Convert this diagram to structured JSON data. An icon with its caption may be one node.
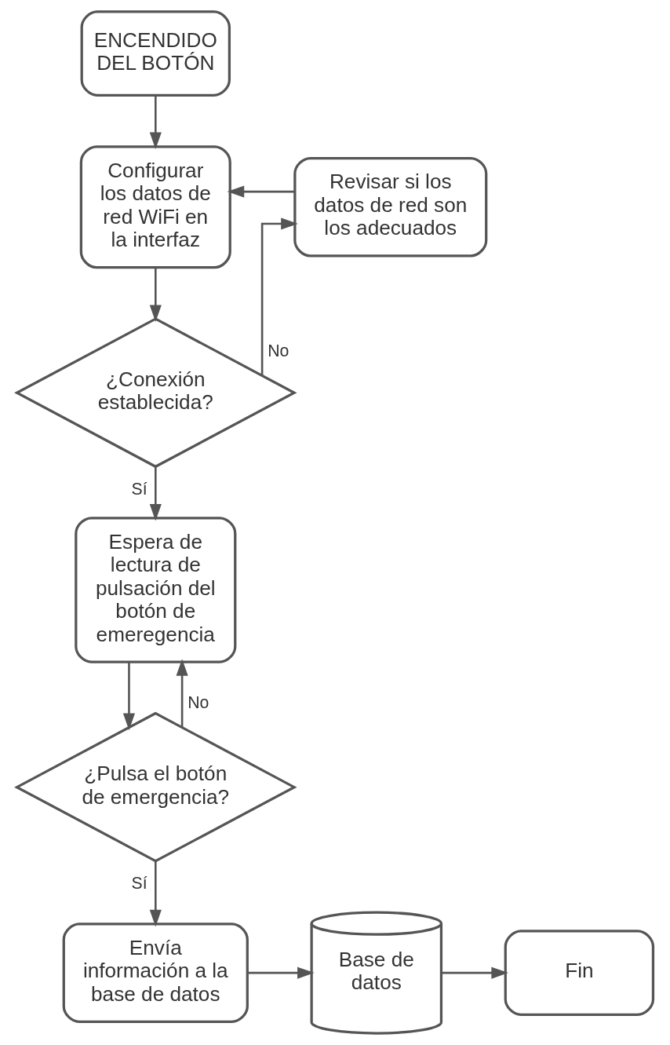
{
  "diagram": {
    "nodes": [
      {
        "text": [
          "ENCENDIDO DEL BOTÓN"
        ]
      },
      {
        "text": [
          "Configurar los datos de red WiFi en la interfaz"
        ]
      },
      {
        "text": [
          "Revisar si los datos de red son los adecuados"
        ]
      },
      {
        "text": [
          "¿Conexión establecida?"
        ]
      },
      {
        "text": [
          "Espera de lectura de pulsación del botón de emeregencia"
        ]
      },
      {
        "text": [
          "¿Pulsa el botón de emergencia?"
        ]
      },
      {
        "text": [
          "Envía información a la base de datos"
        ]
      },
      {
        "text": [
          "Base de datos"
        ]
      },
      {
        "text": [
          "Fin"
        ]
      }
    ],
    "edges": [
      {
        "from": 0,
        "to": 1,
        "arrow": "to"
      },
      {
        "from": 1,
        "to": 3,
        "arrow": "to"
      },
      {
        "from": 3,
        "to": 2,
        "arrow": "to",
        "label": "No"
      },
      {
        "from": 2,
        "to": 1,
        "arrow": "to"
      },
      {
        "from": 3,
        "to": 4,
        "arrow": "to",
        "label": "Sí"
      },
      {
        "from": 4,
        "to": 5,
        "arrow": "to"
      },
      {
        "from": 5,
        "to": 4,
        "arrow": "to",
        "label": "No"
      },
      {
        "from": 5,
        "to": 6,
        "arrow": "to",
        "label": "Sí"
      },
      {
        "from": 6,
        "to": 7,
        "arrow": "to"
      },
      {
        "from": 7,
        "to": 8,
        "arrow": "to"
      }
    ]
  }
}
